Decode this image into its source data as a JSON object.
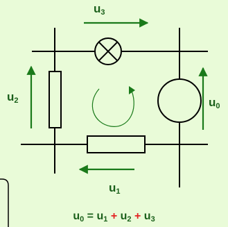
{
  "labels": {
    "u3": {
      "base": "u",
      "sub": "3"
    },
    "u2": {
      "base": "u",
      "sub": "2"
    },
    "u0": {
      "base": "u",
      "sub": "0"
    },
    "u1": {
      "base": "u",
      "sub": "1"
    }
  },
  "formula": {
    "lhs_base": "u",
    "lhs_sub": "0",
    "eq": "=",
    "t1_base": "u",
    "t1_sub": "1",
    "plus1": "+",
    "t2_base": "u",
    "t2_sub": "2",
    "plus2": "+",
    "t3_base": "u",
    "t3_sub": "3"
  },
  "colors": {
    "background": "#e9fbd8",
    "wire": "#000000",
    "arrow": "#1a7a1a",
    "label": "#1a5f1a",
    "plus": "#e32222"
  }
}
